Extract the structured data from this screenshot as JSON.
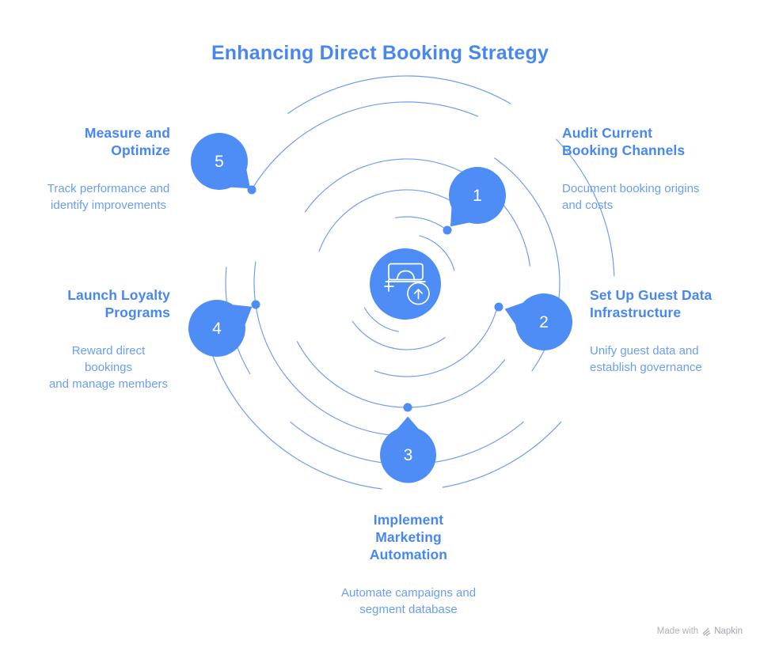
{
  "title": "Enhancing Direct Booking Strategy",
  "center_icon": "bed-booking-upload-icon",
  "steps": [
    {
      "number": "1",
      "heading": "Audit Current\nBooking Channels",
      "description": "Document booking origins\nand costs"
    },
    {
      "number": "2",
      "heading": "Set Up Guest Data\nInfrastructure",
      "description": "Unify guest data and\nestablish governance"
    },
    {
      "number": "3",
      "heading": "Implement\nMarketing\nAutomation",
      "description": "Automate campaigns and\nsegment database"
    },
    {
      "number": "4",
      "heading": "Launch Loyalty\nPrograms",
      "description": "Reward direct bookings\nand manage members"
    },
    {
      "number": "5",
      "heading": "Measure and\nOptimize",
      "description": "Track performance and\nidentify improvements"
    }
  ],
  "colors": {
    "primary": "#4E8DF5",
    "heading_text": "#4787F1",
    "description_text": "#6B9DF3",
    "arc_stroke": "#6E9EF2",
    "footer_text": "#AEB1B7"
  },
  "footer": {
    "made_with": "Made with",
    "brand": "Napkin"
  }
}
